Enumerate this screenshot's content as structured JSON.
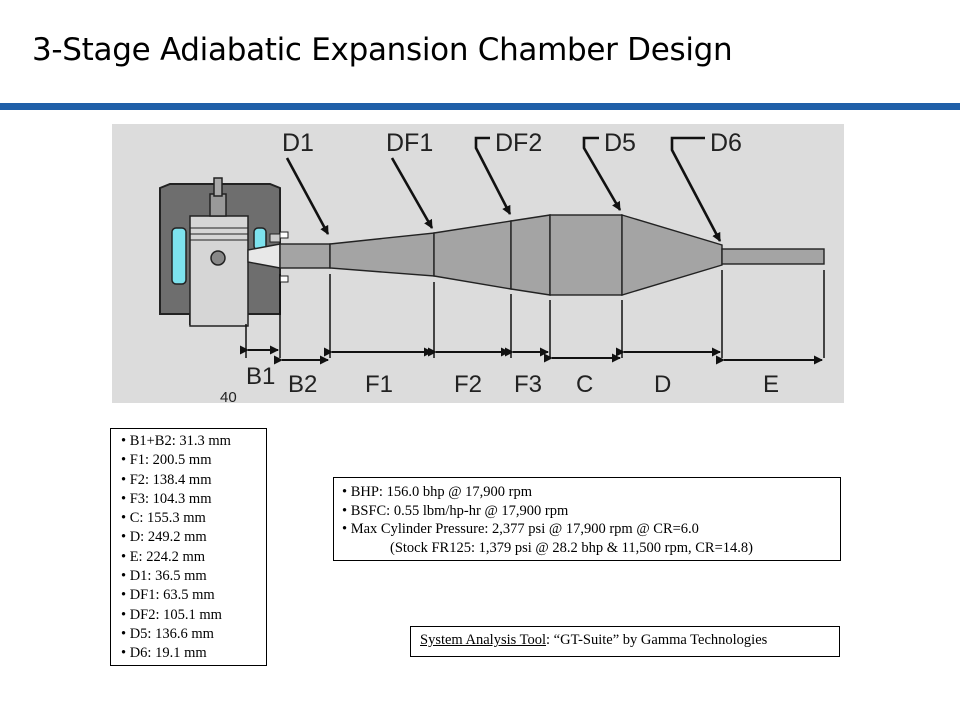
{
  "slide": {
    "title": "3-Stage Adiabatic Expansion Chamber Design"
  },
  "diagram": {
    "top_labels": [
      "D1",
      "DF1",
      "DF2",
      "D5",
      "D6"
    ],
    "bottom_labels": [
      "B1",
      "B2",
      "F1",
      "F2",
      "F3",
      "C",
      "D",
      "E"
    ],
    "corner_number": "40"
  },
  "dimensions": [
    "B1+B2: 31.3 mm",
    "F1: 200.5 mm",
    "F2: 138.4 mm",
    "F3: 104.3 mm",
    "C: 155.3 mm",
    "D: 249.2 mm",
    "E: 224.2 mm",
    "D1: 36.5 mm",
    "DF1: 63.5 mm",
    "DF2: 105.1 mm",
    "D5: 136.6 mm",
    "D6: 19.1 mm"
  ],
  "performance": {
    "items": [
      "BHP: 156.0 bhp @ 17,900 rpm",
      "BSFC: 0.55 lbm/hp-hr @ 17,900 rpm",
      "Max Cylinder Pressure: 2,377 psi @ 17,900 rpm @ CR=6.0"
    ],
    "note": "(Stock FR125: 1,379 psi @ 28.2 bhp & 11,500 rpm, CR=14.8)"
  },
  "tool": {
    "label": "System Analysis Tool",
    "value": ": “GT-Suite” by Gamma Technologies"
  },
  "colors": {
    "title_rule": "#1f5fa8",
    "diagram_bg": "#dcdcdc",
    "pipe": "#a4a4a4",
    "coolant": "#7de2ee"
  }
}
